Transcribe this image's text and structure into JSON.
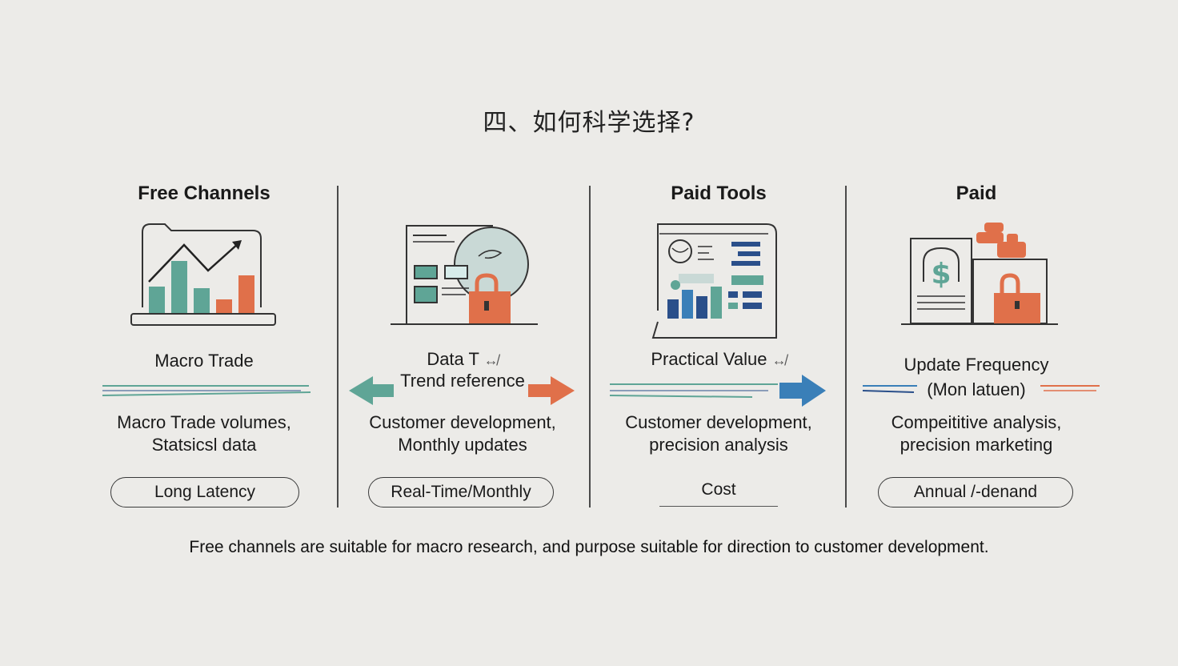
{
  "title": "四、如何科学选择?",
  "columns": [
    {
      "heading": "Free Channels",
      "label": "Macro Trade",
      "desc_line1": "Macro Trade volumes,",
      "desc_line2": "Statsicsl data",
      "pill": "Long Latency",
      "icon": "bar-chart-trend-icon"
    },
    {
      "heading": "",
      "label_line1": "Data T",
      "label_line1_suffix": "↮",
      "label_line2": "Trend reference",
      "desc_line1": "Customer development,",
      "desc_line2": "Monthly updates",
      "pill": "Real-Time/Monthly",
      "icon": "locked-data-dashboard-icon"
    },
    {
      "heading": "Paid Tools",
      "label": "Practical Value",
      "label_suffix": "↮",
      "desc_line1": "Customer development,",
      "desc_line2": "precision analysis",
      "pill": "Cost",
      "icon": "analytics-report-icon"
    },
    {
      "heading": "Paid",
      "label_line1": "Update Frequency",
      "label_line2": "(Mon latuen)",
      "desc_line1": "Compeititive analysis,",
      "desc_line2": "precision marketing",
      "pill": "Annual /-denand",
      "icon": "paid-document-lock-icon"
    }
  ],
  "footer": "Free channels are suitable for macro research, and purpose suitable for direction to customer development.",
  "colors": {
    "teal": "#5fa596",
    "orange": "#e0704a",
    "blue": "#3a7fb8",
    "navy": "#2a4f8a",
    "line": "#3a3a3a"
  }
}
